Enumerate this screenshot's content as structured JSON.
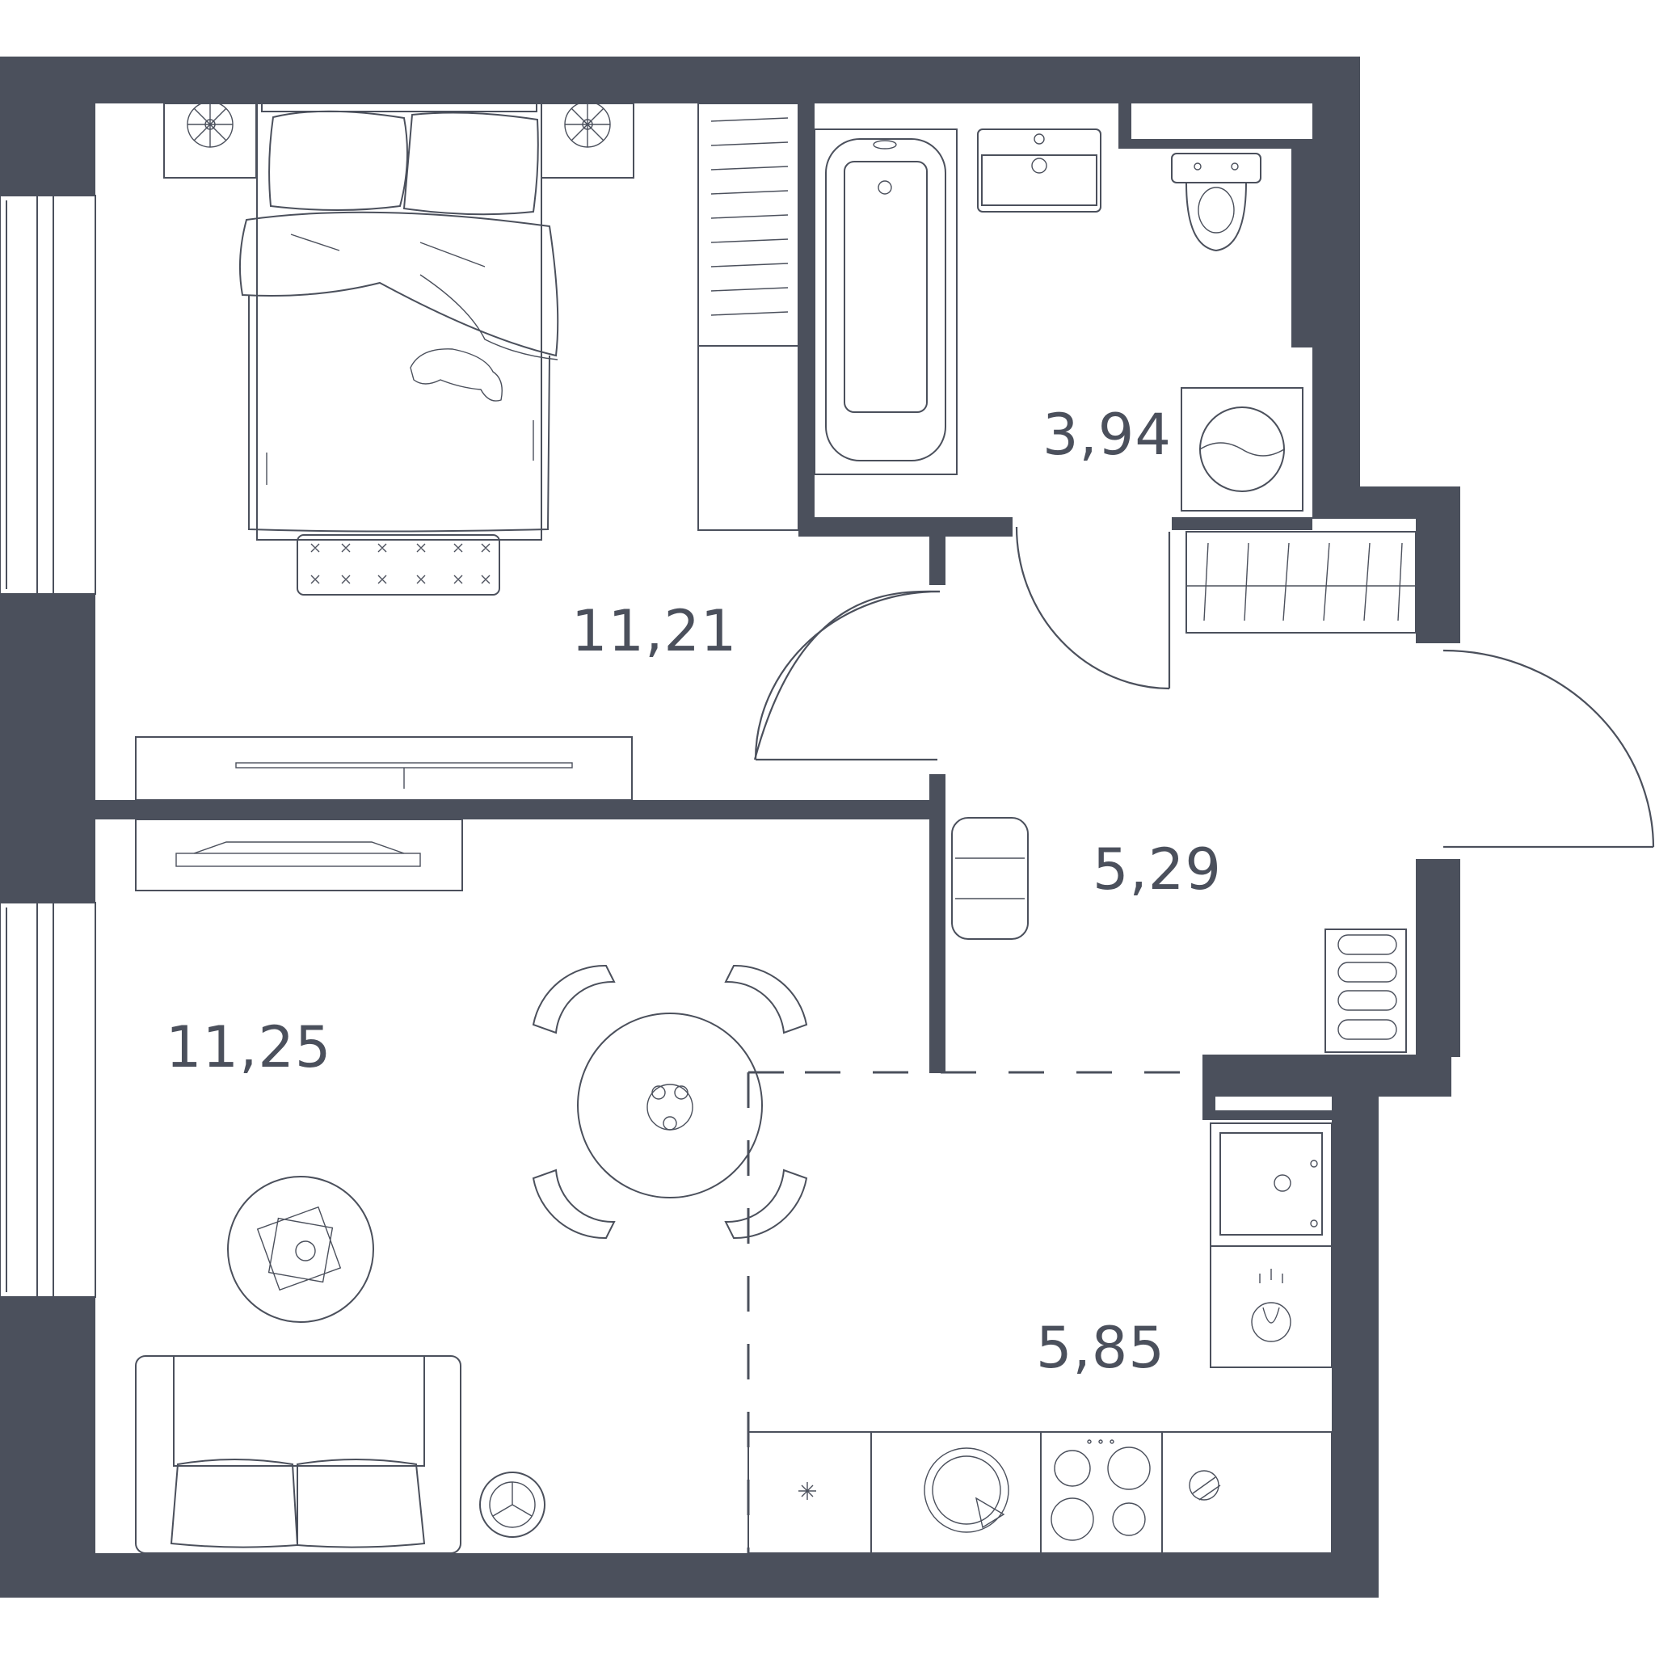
{
  "floorplan": {
    "colors": {
      "wall": "#4b505c",
      "background": "#ffffff",
      "furniture_line": "#4b505c"
    },
    "rooms": [
      {
        "id": "bedroom",
        "area": "11,21"
      },
      {
        "id": "bathroom",
        "area": "3,94"
      },
      {
        "id": "hallway",
        "area": "5,29"
      },
      {
        "id": "living-room",
        "area": "11,25"
      },
      {
        "id": "kitchen",
        "area": "5,85"
      }
    ]
  }
}
